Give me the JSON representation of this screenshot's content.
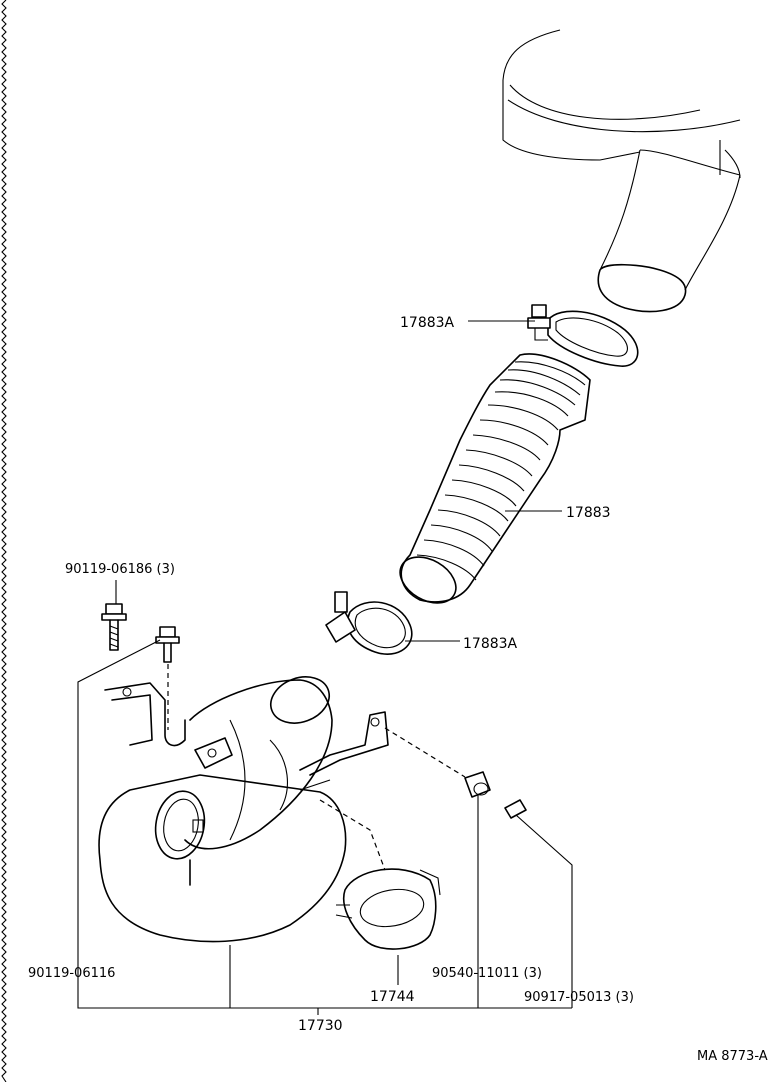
{
  "labels": {
    "clamp_upper": "17883A",
    "hose": "17883",
    "clamp_lower": "17883A",
    "bolt_upper": "90119-06186 (3)",
    "bolt_lower": "90119-06116",
    "bracket_cushion": "90540-11011 (3)",
    "collar": "90917-05013 (3)",
    "resonator_pipe": "17744",
    "resonator_assy": "17730",
    "figure_code": "MA 8773-A"
  }
}
